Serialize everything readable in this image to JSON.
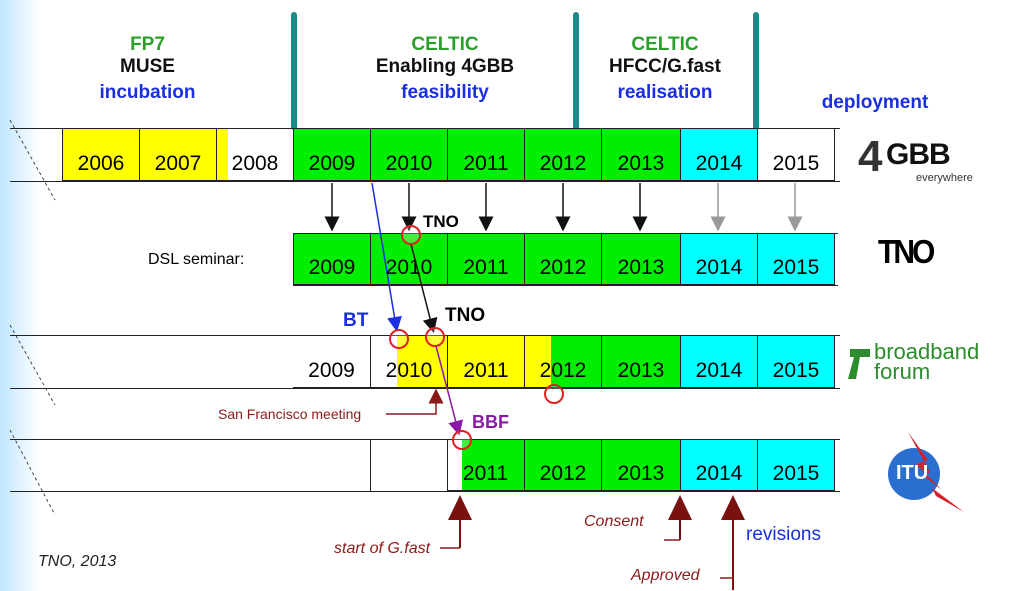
{
  "phases": [
    {
      "lines": [
        "FP7",
        "MUSE",
        "incubation"
      ]
    },
    {
      "lines": [
        "CELTIC",
        "Enabling 4GBB",
        "feasibility"
      ]
    },
    {
      "lines": [
        "CELTIC",
        "HFCC/G.fast",
        "realisation"
      ]
    },
    {
      "lines": [
        "deployment"
      ]
    }
  ],
  "rows": {
    "r4gbb": [
      "2006",
      "2007",
      "2008",
      "2009",
      "2010",
      "2011",
      "2012",
      "2013",
      "2014",
      "2015"
    ],
    "tno": [
      "2009",
      "2010",
      "2011",
      "2012",
      "2013",
      "2014",
      "2015"
    ],
    "bbf": [
      "2009",
      "2010",
      "2011",
      "2012",
      "2013",
      "2014",
      "2015"
    ],
    "itu": [
      "2011",
      "2012",
      "2013",
      "2014",
      "2015"
    ]
  },
  "labels": {
    "dsl_seminar": "DSL seminar:",
    "tno_tag_1": "TNO",
    "bt": "BT",
    "tno_tag_2": "TNO",
    "bbf": "BBF",
    "sf_meeting": "San Francisco meeting",
    "consent": "Consent",
    "start_gfast": "start of G.fast",
    "approved": "Approved",
    "revisions": "revisions",
    "credit": "TNO, 2013"
  },
  "logos": {
    "gbb_4": "4",
    "gbb_text": "GBB",
    "gbb_sub": "everywhere",
    "tno": "TNO",
    "bbf_1": "broadband",
    "bbf_2": "forum",
    "itu": "ITU"
  },
  "colors": {
    "yellow": "#ffff00",
    "green": "#00ee00",
    "cyan": "#00ffff",
    "teal_divider": "#1b8a8a",
    "phase_green": "#2aa02a",
    "phase_blue": "#1a2fe0",
    "annotation_red": "#8b1a1a",
    "bbf_purple": "#8a1aa6",
    "circle_red": "#e02020"
  }
}
